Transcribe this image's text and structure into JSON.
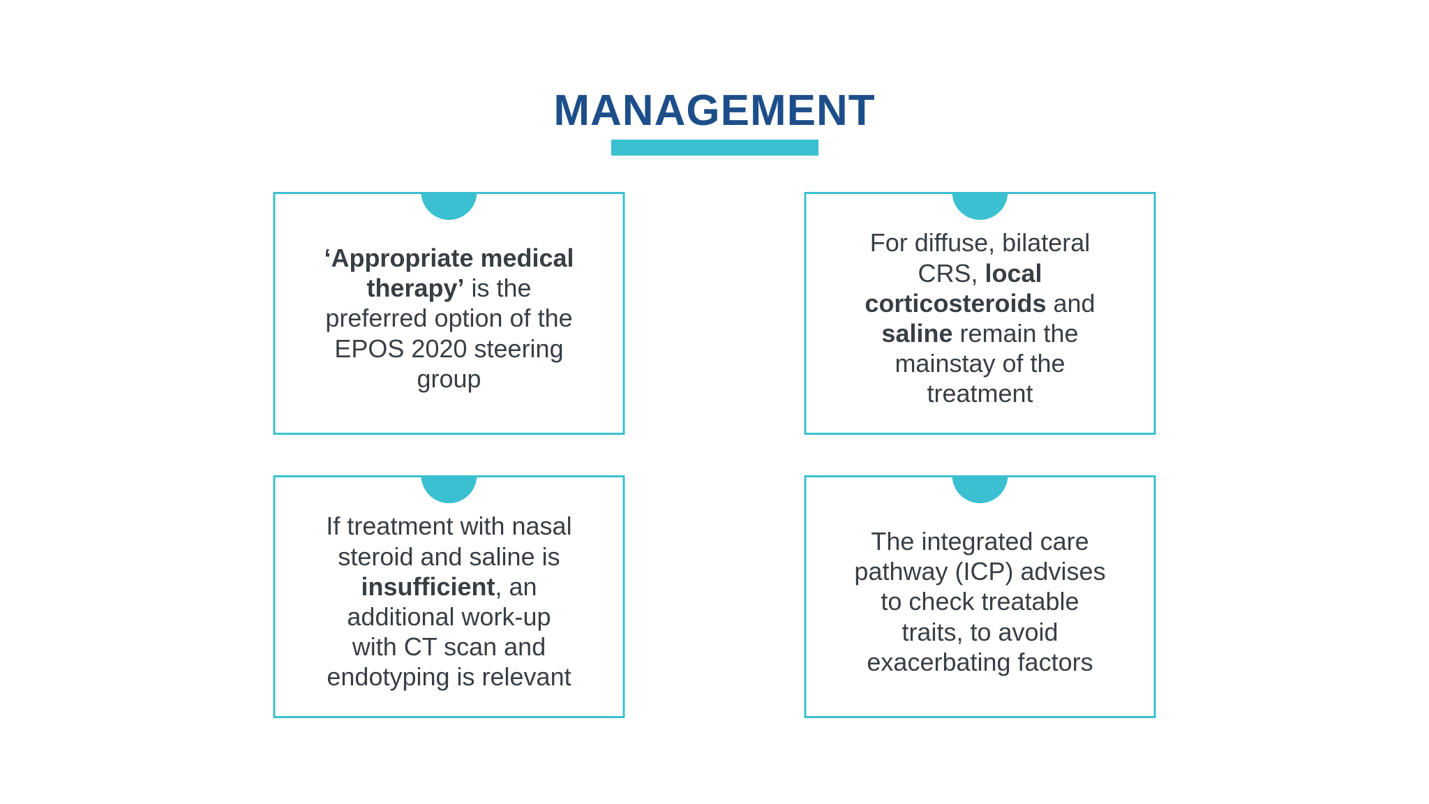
{
  "slide": {
    "title": "MANAGEMENT",
    "colors": {
      "accent": "#3bc0d1",
      "title_color": "#1d4e89",
      "body_text": "#383e44",
      "background": "#ffffff"
    },
    "cards": [
      {
        "segments": [
          {
            "text": "‘Appropriate medical therapy’",
            "bold": true
          },
          {
            "text": " is the preferred option of the EPOS 2020 steering group",
            "bold": false
          }
        ]
      },
      {
        "segments": [
          {
            "text": "For diffuse, bilateral CRS, ",
            "bold": false
          },
          {
            "text": "local corticosteroids",
            "bold": true
          },
          {
            "text": " and ",
            "bold": false
          },
          {
            "text": "saline",
            "bold": true
          },
          {
            "text": " remain the mainstay of the treatment",
            "bold": false
          }
        ]
      },
      {
        "segments": [
          {
            "text": "If treatment with nasal steroid and saline is ",
            "bold": false
          },
          {
            "text": "insufficient",
            "bold": true
          },
          {
            "text": ", an additional work-up with CT scan and endotyping is relevant",
            "bold": false
          }
        ]
      },
      {
        "segments": [
          {
            "text": "The integrated care pathway (ICP) advises to check treatable traits, to avoid exacerbating factors",
            "bold": false
          }
        ]
      }
    ]
  }
}
